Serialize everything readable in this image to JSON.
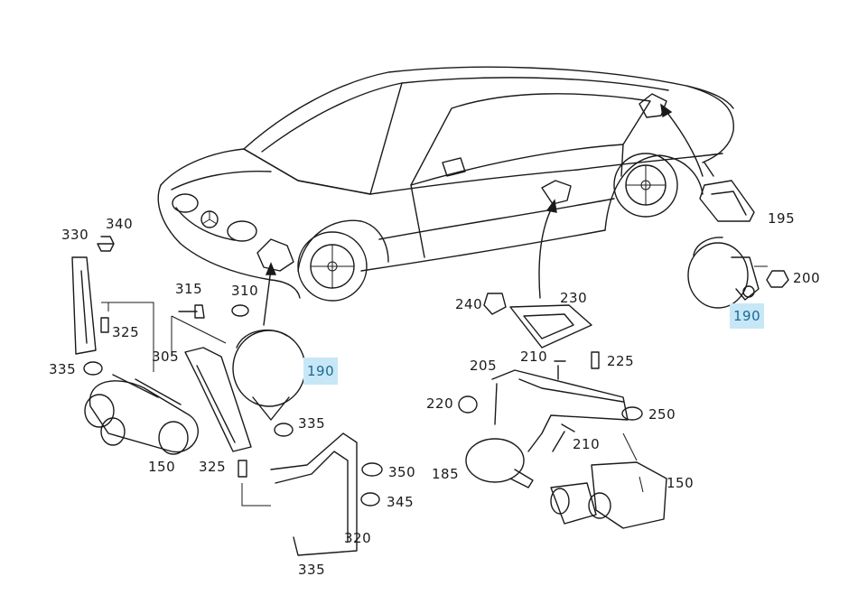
{
  "accent_color": "#c7e7f6",
  "labels": {
    "l330": "330",
    "l340": "340",
    "l325a": "325",
    "l335a": "335",
    "l305": "305",
    "l315": "315",
    "l310": "310",
    "l190a": "190",
    "l335b": "335",
    "l150a": "150",
    "l325b": "325",
    "l350": "350",
    "l345": "345",
    "l320": "320",
    "l335c": "335",
    "l240": "240",
    "l230": "230",
    "l205": "205",
    "l210a": "210",
    "l225": "225",
    "l220": "220",
    "l250": "250",
    "l210b": "210",
    "l185": "185",
    "l150b": "150",
    "l195": "195",
    "l200": "200",
    "l190b": "190"
  }
}
